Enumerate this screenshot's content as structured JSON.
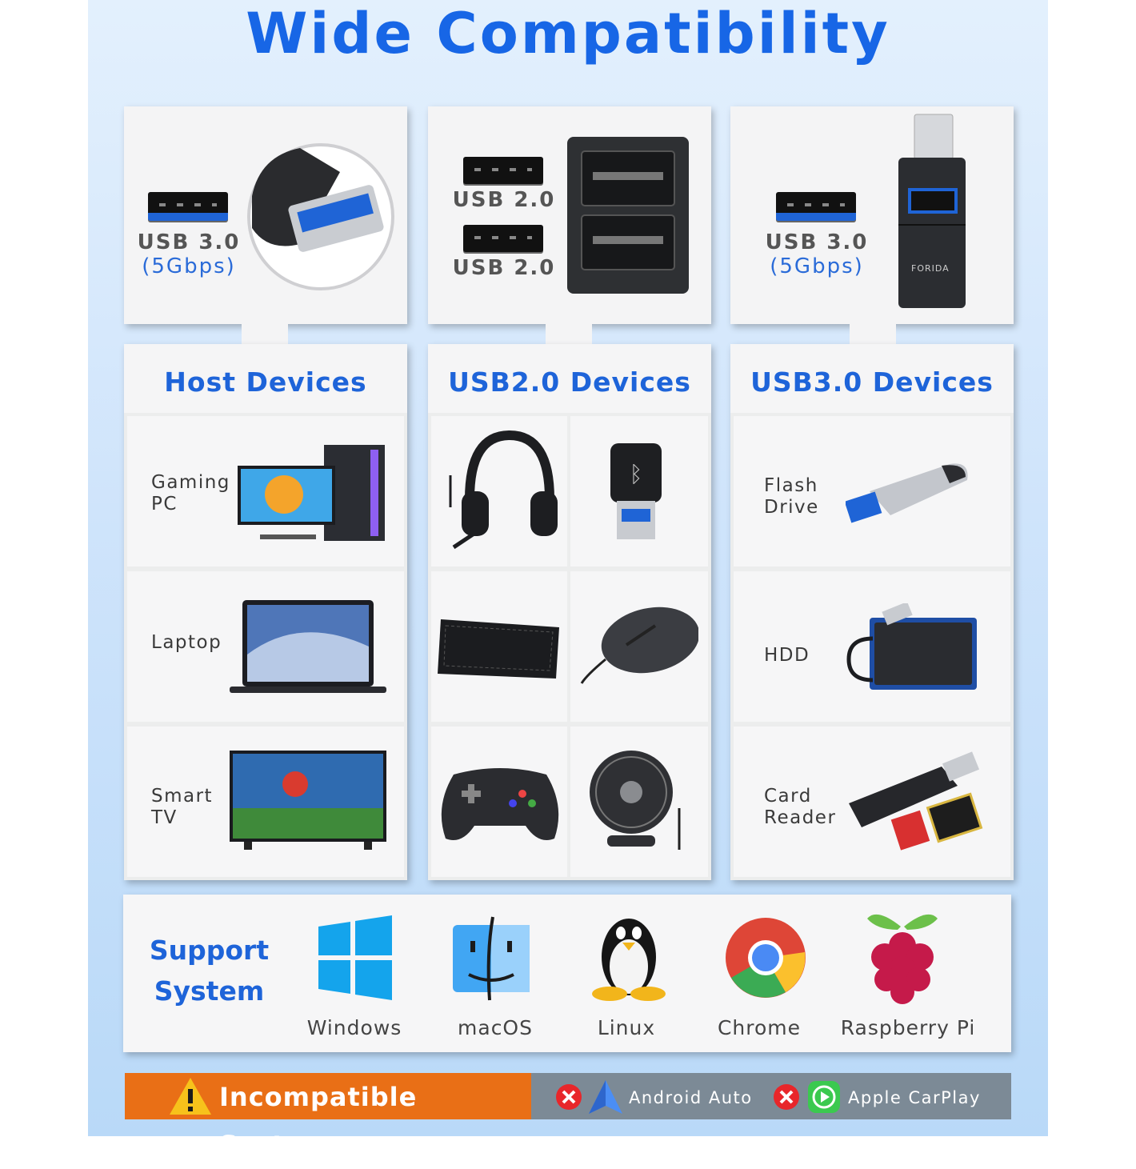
{
  "title": "Wide Compatibility",
  "ports": {
    "left": {
      "type": "USB 3.0",
      "speed": "(5Gbps)"
    },
    "middle": {
      "type_a": "USB 2.0",
      "type_b": "USB 2.0"
    },
    "right": {
      "type": "USB 3.0",
      "speed": "(5Gbps)"
    },
    "brand": "FORIDA"
  },
  "columns": [
    {
      "heading": "Host Devices",
      "items": [
        "Gaming\nPC",
        "Laptop",
        "Smart\nTV"
      ]
    },
    {
      "heading": "USB2.0 Devices",
      "items": [
        "headset-image",
        "bluetooth-adapter-image",
        "keyboard-image",
        "mouse-image",
        "gamepad-image",
        "fan-image"
      ]
    },
    {
      "heading": "USB3.0 Devices",
      "items": [
        "Flash\nDrive",
        "HDD",
        "Card\nReader"
      ]
    }
  ],
  "support": {
    "title": "Support System",
    "systems": [
      "Windows",
      "macOS",
      "Linux",
      "Chrome",
      "Raspberry Pi"
    ]
  },
  "incompatible": {
    "label": "Incompatible System:",
    "items": [
      "Android Auto",
      "Apple CarPlay"
    ]
  },
  "colors": {
    "accent": "#1e64d9",
    "warning": "#e96f16",
    "bar": "#7c8a96"
  }
}
